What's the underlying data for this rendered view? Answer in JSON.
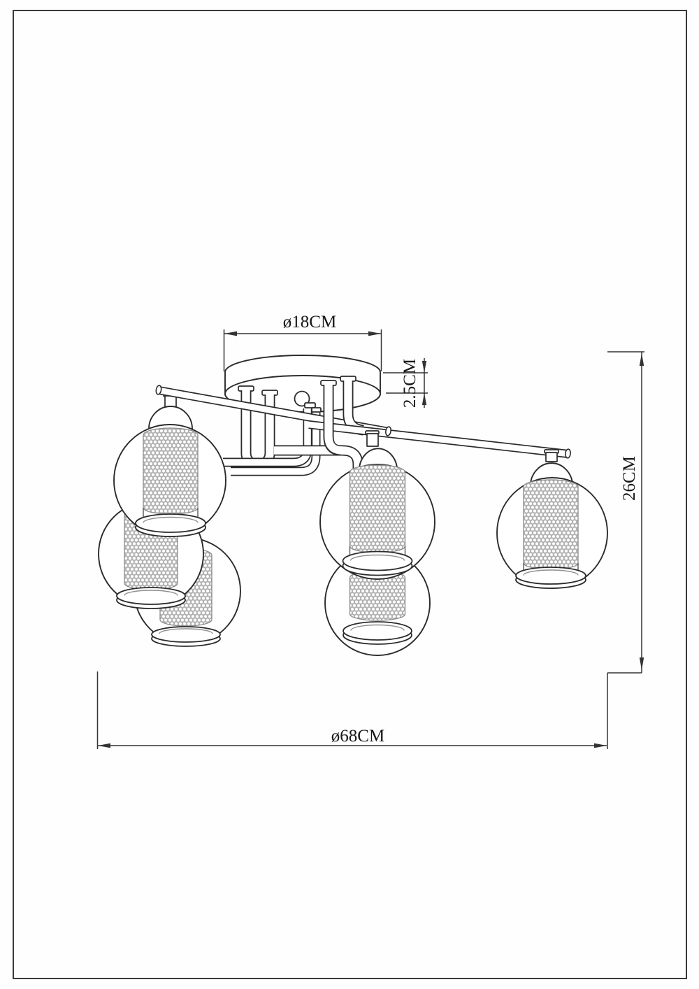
{
  "drawing": {
    "type": "technical-line-drawing",
    "subject": "six-globe ceiling chandelier with perforated mesh inner shades",
    "background_color": "#fefefe",
    "line_color": "#2b2b2b",
    "mesh_color": "#8f8f8f",
    "dimensions": {
      "canopy_diameter": {
        "label": "ø18CM"
      },
      "canopy_thickness": {
        "label": "2.5CM"
      },
      "fixture_height": {
        "label": "26CM"
      },
      "fixture_diameter": {
        "label": "ø68CM"
      }
    },
    "lamp_count": 6
  }
}
